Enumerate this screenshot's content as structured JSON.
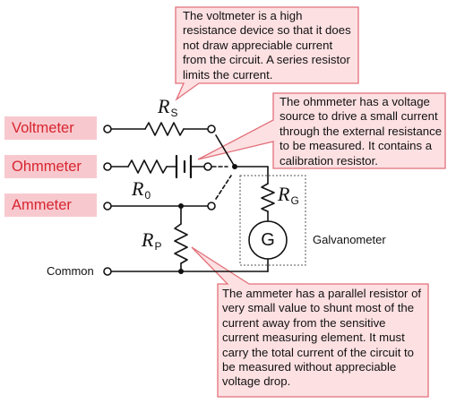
{
  "labels": {
    "voltmeter": "Voltmeter",
    "ohmmeter": "Ohmmeter",
    "ammeter": "Ammeter",
    "common": "Common",
    "galvanometer": "Galvanometer",
    "galvanometer_symbol": "G"
  },
  "components": {
    "rs": {
      "main": "R",
      "sub": "S"
    },
    "r0": {
      "main": "R",
      "sub": "0"
    },
    "rg": {
      "main": "R",
      "sub": "G"
    },
    "rp": {
      "main": "R",
      "sub": "P"
    }
  },
  "callouts": {
    "voltmeter_note": "The voltmeter is a high resistance device so that it does not draw appreciable current from the circuit. A series resistor limits the current.",
    "ohmmeter_note": "The ohmmeter has a voltage source to drive a small current through the external resistance to be measured.  It contains a calibration resistor.",
    "ammeter_note": "The ammeter has a parallel resistor of very small value to shunt most of the current away from the sensitive current measuring element.  It must carry the total current of the circuit to be measured without appreciable voltage drop."
  },
  "colors": {
    "label_background": "#f7c9cf",
    "label_text": "#d8252f",
    "callout_fill": "#fde0e2",
    "callout_stroke": "#e2707a",
    "wire": "#111111"
  }
}
